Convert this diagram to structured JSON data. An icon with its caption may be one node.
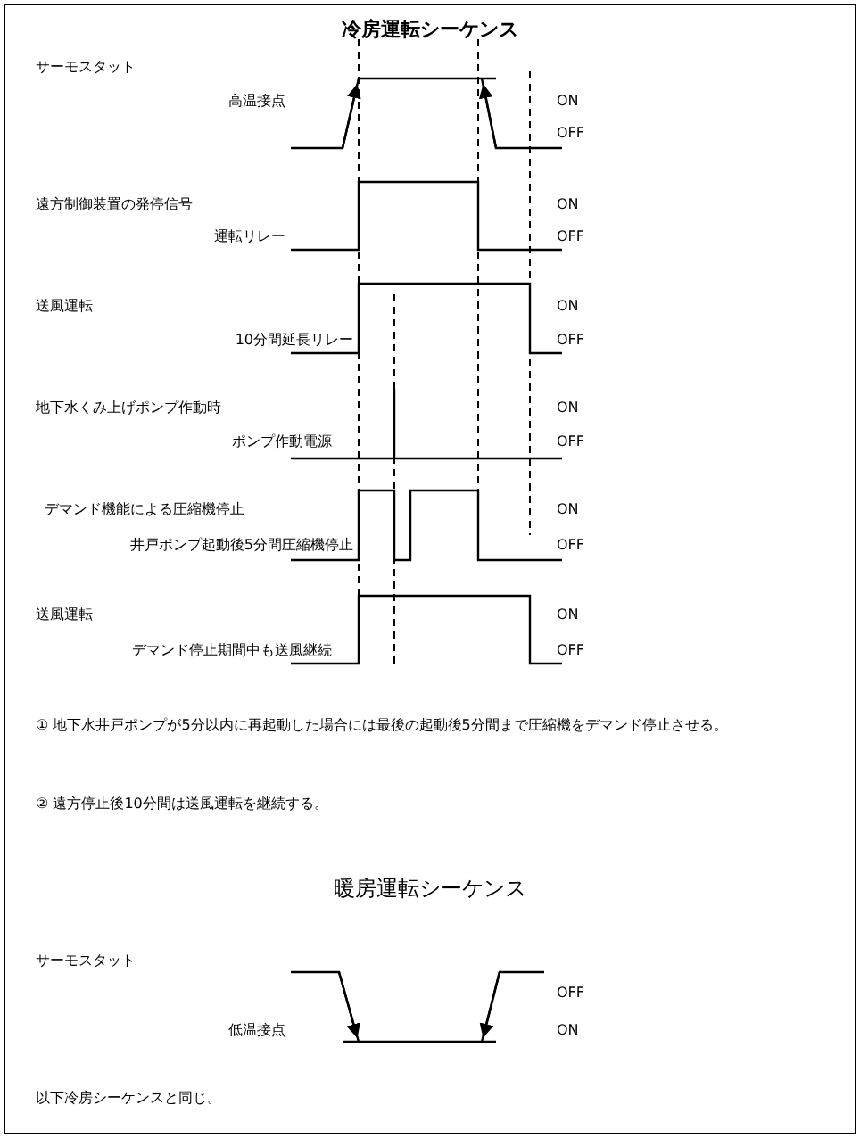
{
  "diagram": {
    "title": "冷房運転シーケンス",
    "labels": [
      "サーモスタット",
      "高温接点",
      "ON",
      "OFF",
      "遠方制御装置の発停信号",
      "ON",
      "運転リレー",
      "OFF",
      "送風運転",
      "ON",
      "10分間延長リレー",
      "OFF",
      "地下水くみ上げポンプ作動時",
      "ON",
      "ポンプ作動電源",
      "OFF",
      "デマンド機能による圧縮機停止",
      "ON",
      "井戸ポンプ起動後5分間圧縮機停止",
      "OFF",
      "送風運転",
      "ON",
      "デマンド停止期間中も送風継続",
      "OFF",
      "① 地下水井戸ポンプが5分以内に再起動した場合には最後の起動後5分間まで圧縮機をデマンド停止させる。",
      "② 遠方停止後10分間は送風運転を継続する。",
      "暖房運転シーケンス",
      "サーモスタット",
      "OFF",
      "低温接点",
      "ON",
      "以下冷房シーケンスと同じ。"
    ]
  }
}
